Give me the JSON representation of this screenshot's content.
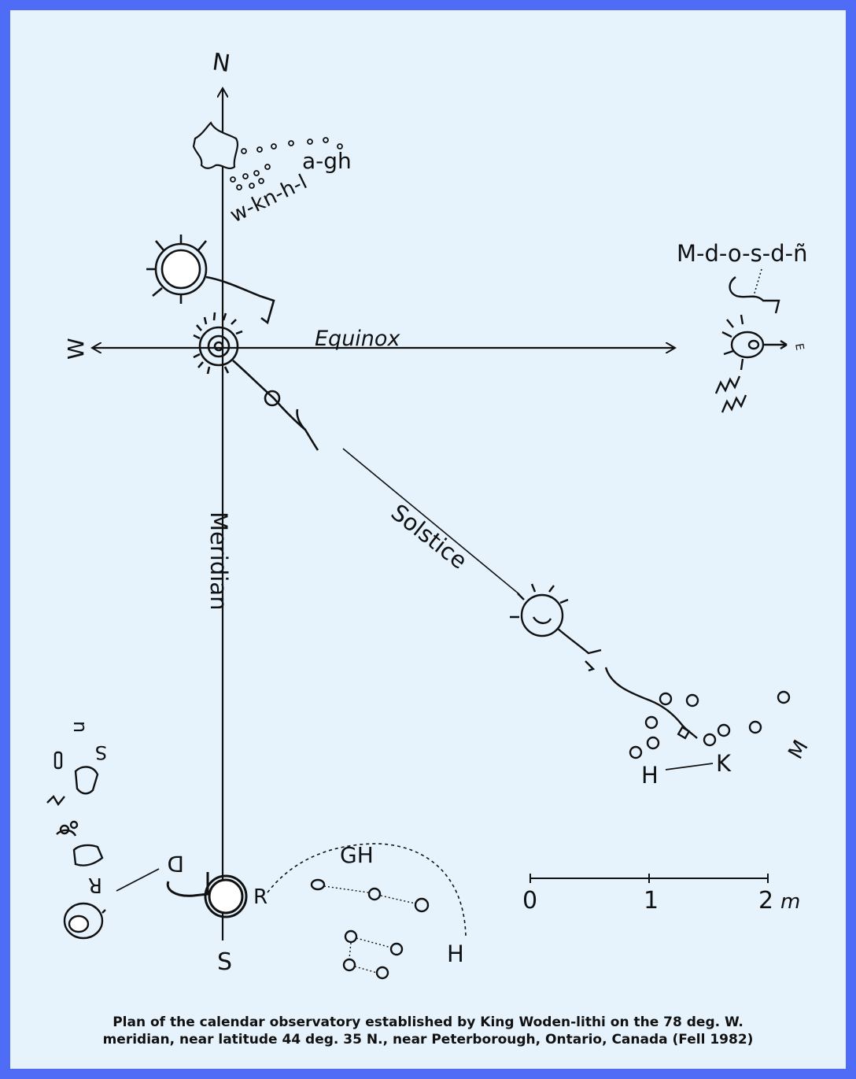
{
  "labels": {
    "north": "N",
    "south": "S",
    "west": "W",
    "east": "E",
    "equinox": "Equinox",
    "meridian": "Meridian",
    "solstice": "Solstice",
    "inscription_north_a": "a-gh",
    "inscription_north_b": "w-kn-h-l",
    "inscription_east": "M-d-o-s-d-ñ",
    "h": "H",
    "k": "K",
    "m": "M",
    "gh": "GH",
    "h2": "H",
    "r_south": "R",
    "r_west": "R",
    "d_west": "D",
    "s_west": "S",
    "n_west": "n"
  },
  "scale_bar": {
    "ticks": [
      "0",
      "1",
      "2"
    ],
    "unit": "m"
  },
  "caption": {
    "line1": "Plan of the calendar observatory established by King Woden-lithi on the 78 deg. W.",
    "line2": "meridian, near latitude 44 deg. 35 N., near Peterborough, Ontario, Canada (Fell 1982)"
  },
  "colors": {
    "border": "#4f6cf7",
    "background": "#e6f3fd",
    "ink": "#111111"
  }
}
